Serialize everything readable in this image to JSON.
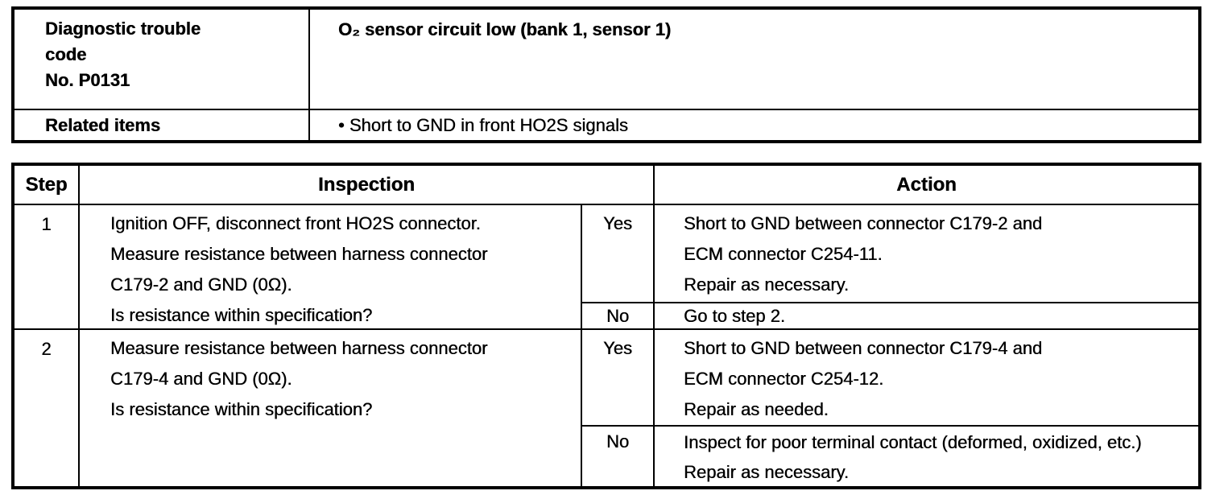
{
  "page": {
    "background_color": "#ffffff",
    "text_color": "#000000",
    "border_color": "#000000"
  },
  "dtc_header_table": {
    "code_cell": {
      "lines": [
        "Diagnostic trouble",
        "code",
        "No. P0131"
      ]
    },
    "description": "O₂ sensor circuit low (bank 1, sensor 1)",
    "related_items_label": "Related items",
    "related_items_value": "• Short to GND in front HO2S signals"
  },
  "diagnostic_steps_table": {
    "headers": {
      "step": "Step",
      "inspection": "Inspection",
      "action": "Action"
    },
    "steps": [
      {
        "number": "1",
        "inspection_lines": [
          "Ignition OFF, disconnect front HO2S connector.",
          "Measure resistance between harness connector",
          "C179-2 and GND (0Ω).",
          "Is resistance within specification?"
        ],
        "yes": {
          "label": "Yes",
          "action_lines": [
            "Short to GND between connector C179-2 and",
            "ECM connector C254-11.",
            "Repair as necessary."
          ]
        },
        "no": {
          "label": "No",
          "action_lines": [
            "Go to step 2."
          ]
        }
      },
      {
        "number": "2",
        "inspection_lines": [
          "Measure resistance between harness connector",
          "C179-4 and GND (0Ω).",
          "Is resistance within specification?"
        ],
        "yes": {
          "label": "Yes",
          "action_lines": [
            "Short to GND between connector C179-4 and",
            "ECM connector C254-12.",
            "Repair as needed."
          ]
        },
        "no": {
          "label": "No",
          "action_lines": [
            "Inspect for poor terminal contact (deformed, oxidized, etc.)",
            "Repair as necessary."
          ]
        }
      }
    ]
  }
}
